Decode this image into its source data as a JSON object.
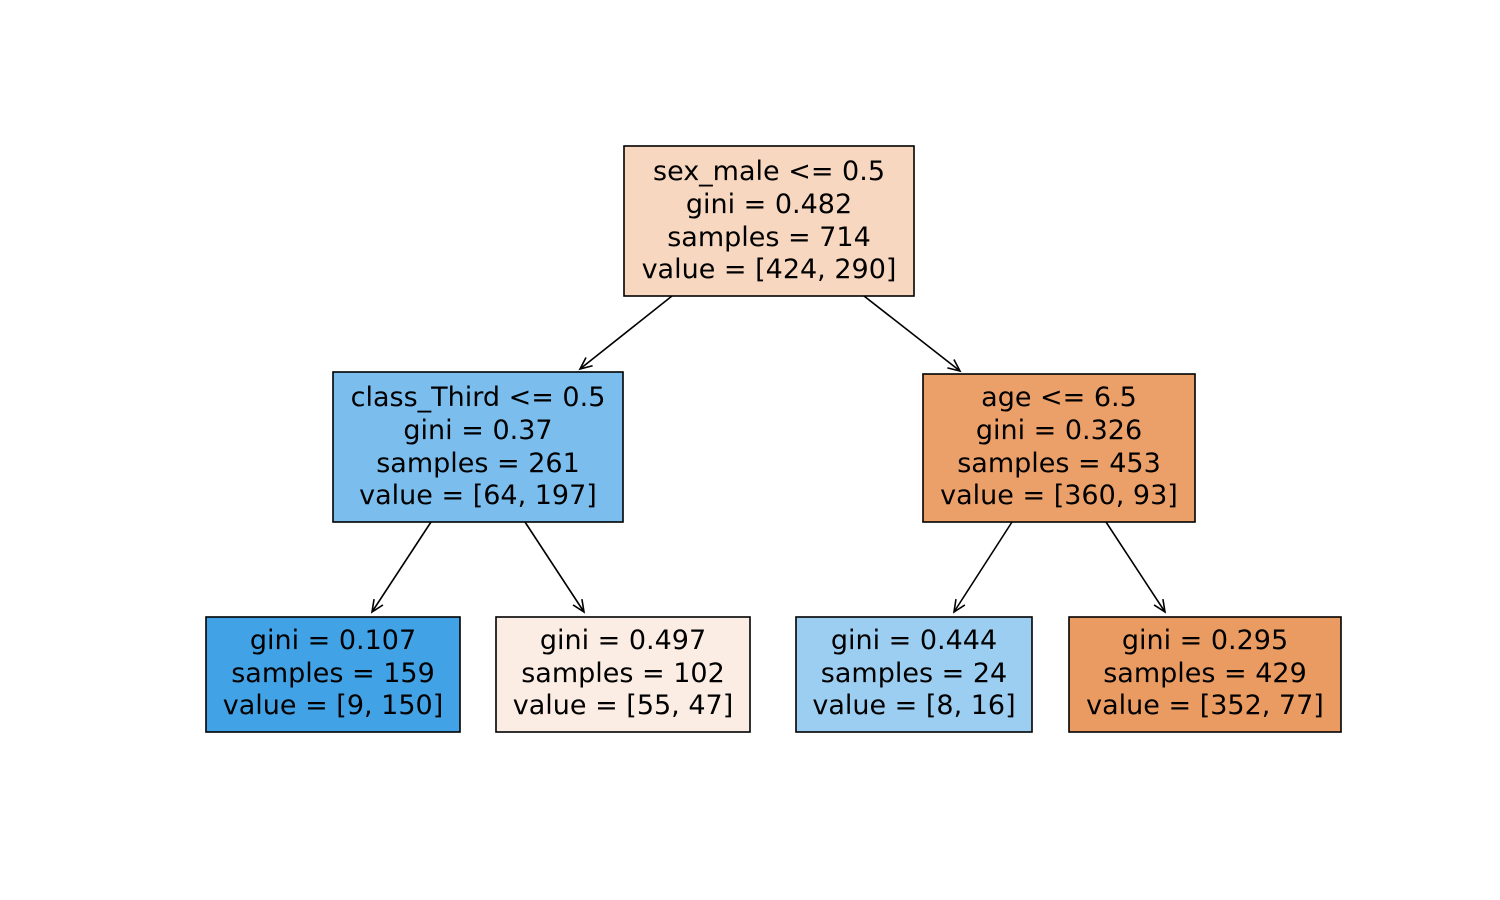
{
  "tree": {
    "nodes": [
      {
        "id": "root",
        "fill": "#f7d7c0",
        "lines": [
          "sex_male <= 0.5",
          "gini = 0.482",
          "samples = 714",
          "value = [424, 290]"
        ]
      },
      {
        "id": "left",
        "fill": "#7bbeee",
        "lines": [
          "class_Third <= 0.5",
          "gini = 0.37",
          "samples = 261",
          "value = [64, 197]"
        ]
      },
      {
        "id": "right",
        "fill": "#eba06a",
        "lines": [
          "age <= 6.5",
          "gini = 0.326",
          "samples = 453",
          "value = [360, 93]"
        ]
      },
      {
        "id": "left-left",
        "fill": "#42a2e6",
        "lines": [
          "gini = 0.107",
          "samples = 159",
          "value = [9, 150]"
        ]
      },
      {
        "id": "left-right",
        "fill": "#fbede3",
        "lines": [
          "gini = 0.497",
          "samples = 102",
          "value = [55, 47]"
        ]
      },
      {
        "id": "right-left",
        "fill": "#9ccef2",
        "lines": [
          "gini = 0.444",
          "samples = 24",
          "value = [8, 16]"
        ]
      },
      {
        "id": "right-right",
        "fill": "#ea9b62",
        "lines": [
          "gini = 0.295",
          "samples = 429",
          "value = [352, 77]"
        ]
      }
    ],
    "edges": [
      {
        "from": "root",
        "to": "left"
      },
      {
        "from": "root",
        "to": "right"
      },
      {
        "from": "left",
        "to": "left-left"
      },
      {
        "from": "left",
        "to": "left-right"
      },
      {
        "from": "right",
        "to": "right-left"
      },
      {
        "from": "right",
        "to": "right-right"
      }
    ]
  }
}
